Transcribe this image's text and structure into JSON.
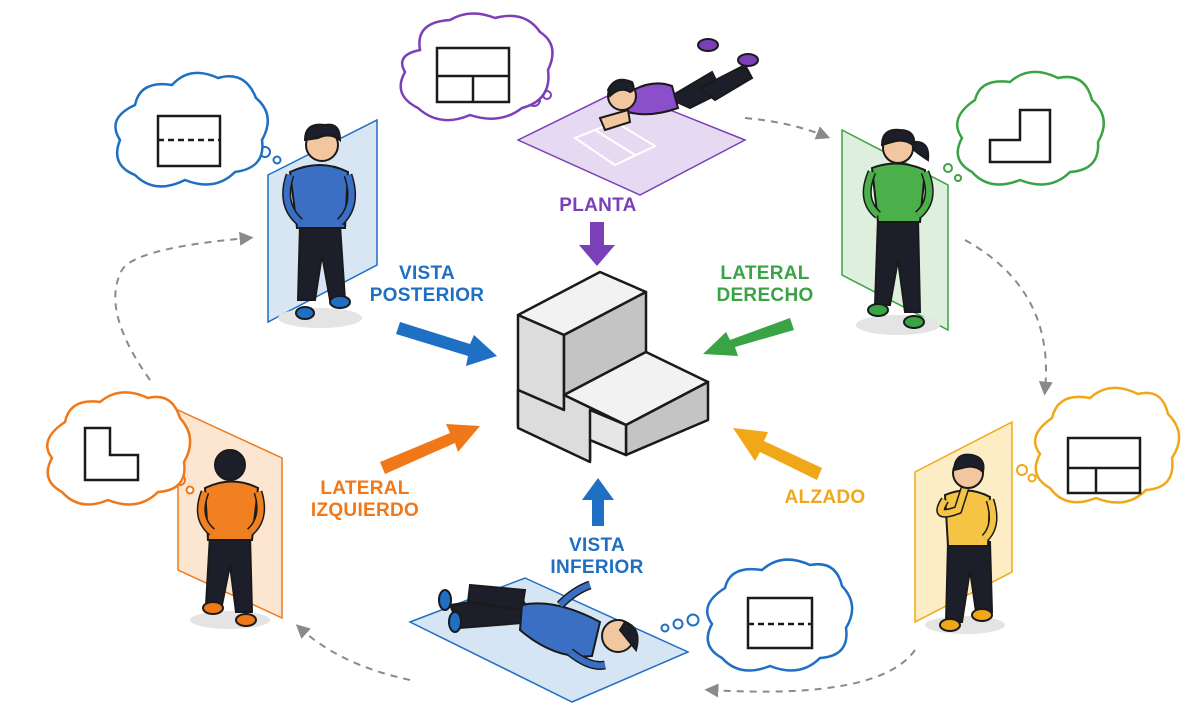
{
  "colors": {
    "planta": "#7b3fb8",
    "posterior": "#1f6fc4",
    "derecho": "#3aa345",
    "izquierdo": "#f07818",
    "alzado": "#f0a818",
    "inferior": "#1f6fc4",
    "arrow_cycle": "#8a8a8a",
    "cube_top": "#f2f2f2",
    "cube_front": "#dcdcdc",
    "cube_side": "#c4c4c4",
    "outline": "#1a1a1a"
  },
  "views": {
    "planta": {
      "label": [
        "PLANTA"
      ],
      "thought_icon": "plan-rectangles-icon"
    },
    "posterior": {
      "label": [
        "VISTA",
        "POSTERIOR"
      ],
      "thought_icon": "dashed-rectangle-icon"
    },
    "derecho": {
      "label": [
        "LATERAL",
        "DERECHO"
      ],
      "thought_icon": "l-shape-mirrored-icon"
    },
    "izquierdo": {
      "label": [
        "LATERAL",
        "IZQUIERDO"
      ],
      "thought_icon": "l-shape-icon"
    },
    "alzado": {
      "label": [
        "ALZADO"
      ],
      "thought_icon": "front-rectangles-icon"
    },
    "inferior": {
      "label": [
        "VISTA",
        "INFERIOR"
      ],
      "thought_icon": "dashed-rectangle-icon"
    }
  }
}
